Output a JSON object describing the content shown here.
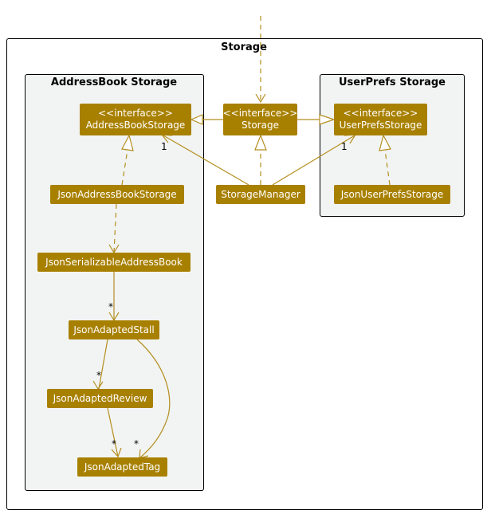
{
  "packages": {
    "storage": "Storage",
    "addressbook": "AddressBook Storage",
    "userprefs": "UserPrefs Storage"
  },
  "classes": {
    "addressbook_storage": {
      "stereotype": "<<interface>>",
      "name": "AddressBookStorage"
    },
    "storage": {
      "stereotype": "<<interface>>",
      "name": "Storage"
    },
    "userprefs_storage": {
      "stereotype": "<<interface>>",
      "name": "UserPrefsStorage"
    },
    "json_addressbook_storage": {
      "name": "JsonAddressBookStorage"
    },
    "storage_manager": {
      "name": "StorageManager"
    },
    "json_userprefs_storage": {
      "name": "JsonUserPrefsStorage"
    },
    "json_serializable_addressbook": {
      "name": "JsonSerializableAddressBook"
    },
    "json_adapted_stall": {
      "name": "JsonAdaptedStall"
    },
    "json_adapted_review": {
      "name": "JsonAdaptedReview"
    },
    "json_adapted_tag": {
      "name": "JsonAdaptedTag"
    }
  },
  "multiplicities": {
    "manager_to_addressbook": "1",
    "manager_to_userprefs": "1",
    "serializable_to_stall": "*",
    "stall_to_review": "*",
    "review_to_tag": "*",
    "stall_to_tag": "*"
  },
  "colors": {
    "class_fill": "#a88000",
    "edge": "#b48e1f",
    "package_fill": "#f2f4f3"
  }
}
